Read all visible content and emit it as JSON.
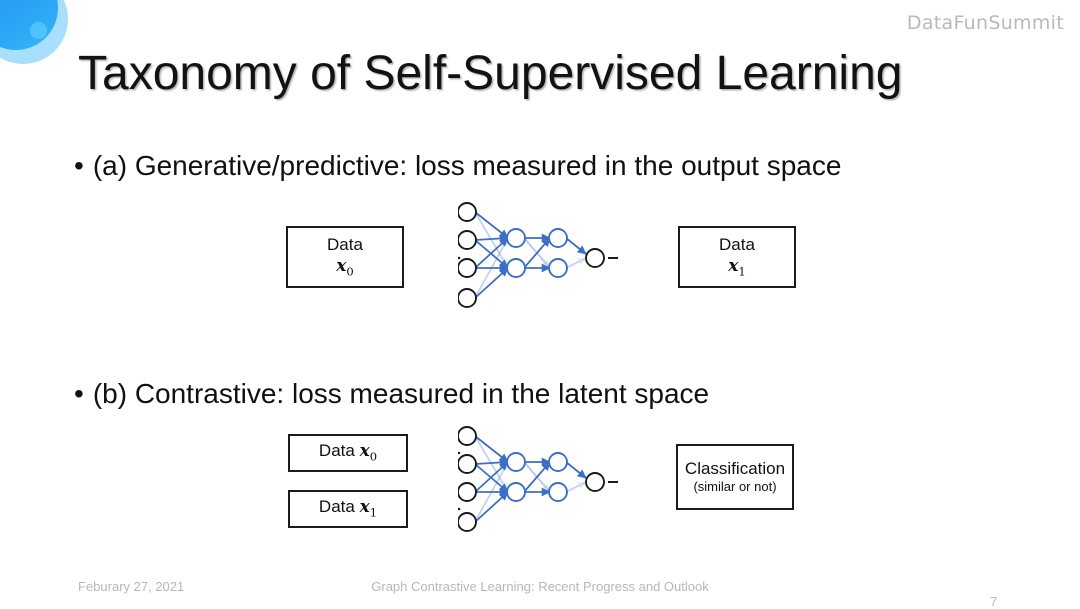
{
  "brand": {
    "name": "DataFunSummit"
  },
  "slide": {
    "title": "Taxonomy of Self-Supervised Learning",
    "bullets": [
      {
        "marker": "•",
        "text": "(a) Generative/predictive: loss measured in the output space"
      },
      {
        "marker": "•",
        "text": "(b) Contrastive: loss measured in the latent space"
      }
    ]
  },
  "figure_a": {
    "input_box": {
      "label": "Data",
      "variable": "x",
      "subscript": "0"
    },
    "output_box": {
      "label": "Data",
      "variable": "x",
      "subscript": "1"
    },
    "network": {
      "layers": [
        4,
        2,
        2,
        1
      ],
      "input_node_color": "#1a1a1a",
      "hidden_node_color": "#3c6fc4",
      "output_node_color": "#1a1a1a",
      "edge_color": "#3c6fc4"
    }
  },
  "figure_b": {
    "input_box_top": {
      "label": "Data",
      "variable": "x",
      "subscript": "0"
    },
    "input_box_bottom": {
      "label": "Data",
      "variable": "x",
      "subscript": "1"
    },
    "output_box": {
      "label": "Classification",
      "sublabel": "(similar or not)"
    },
    "network": {
      "layers": [
        4,
        2,
        2,
        1
      ],
      "input_node_color": "#1a1a1a",
      "hidden_node_color": "#3c6fc4",
      "output_node_color": "#1a1a1a",
      "edge_color": "#3c6fc4"
    }
  },
  "footer": {
    "date": "Feburary 27, 2021",
    "center": "Graph Contrastive Learning: Recent Progress and Outlook",
    "page": "7"
  },
  "colors": {
    "accent_blue": "#2aa3f5",
    "node_blue": "#3c6fc4",
    "text": "#111111",
    "muted": "#b7b7b7"
  }
}
